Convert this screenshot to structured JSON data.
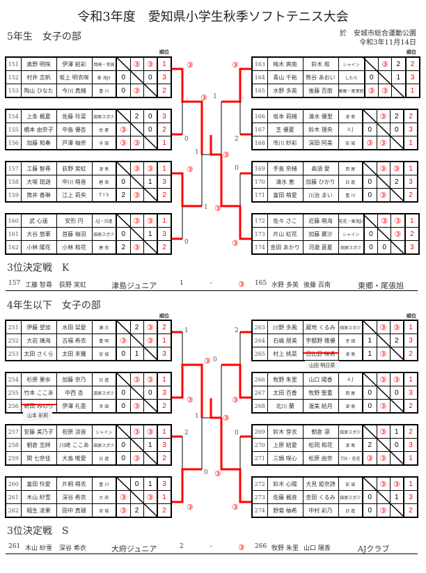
{
  "title": "令和3年度　愛知県小学生秋季ソフトテニス大会",
  "venue": "於　安城市総合運動公園",
  "date": "令和3年11月14日",
  "rank_header": "順位",
  "win_mark": "③",
  "sections": [
    {
      "heading": "5年生　女子の部",
      "left_groups": [
        [
          [
            "151",
            "奥野 明咲",
            "伊澤 結彩",
            "岡崎・幸田",
            "",
            "③",
            "③",
            "1"
          ],
          [
            "152",
            "村井 志帆",
            "坂上 明衣咲",
            "東 海Jr",
            "0",
            "",
            "0",
            "3"
          ],
          [
            "153",
            "陶山 ひなた",
            "今川 真緒",
            "豊 川",
            "0",
            "③",
            "",
            "2"
          ]
        ],
        [
          [
            "154",
            "上条 楓夏",
            "佐藤 玲菜",
            "田原スポ少",
            "",
            "2",
            "0",
            "3"
          ],
          [
            "155",
            "橋本 由奈子",
            "中島 優杏",
            "佐 屋",
            "③",
            "",
            "0",
            "2"
          ],
          [
            "156",
            "加藤 和奏",
            "戸澤 柚奈",
            "半 田",
            "③",
            "③",
            "",
            "1"
          ]
        ],
        [
          [
            "157",
            "工藤 智尋",
            "荻野 実虹",
            "津 島",
            "",
            "③",
            "③",
            "1"
          ],
          [
            "158",
            "大塚 琉迦",
            "中川 萌音",
            "碧 南",
            "0",
            "",
            "1",
            "3"
          ],
          [
            "159",
            "筒井 香琳",
            "江上 莉央",
            "T I S",
            "2",
            "③",
            "",
            "2"
          ]
        ],
        [
          [
            "160",
            "武 心遥",
            "安形 円",
            "AJ・日進",
            "",
            "③",
            "③",
            "1"
          ],
          [
            "161",
            "大谷 悠華",
            "首藤 柚羽",
            "田原スポ少",
            "0",
            "",
            "1",
            "3"
          ],
          [
            "162",
            "小林 陽花",
            "小林 和花",
            "碧 南",
            "2",
            "③",
            "",
            "2"
          ]
        ]
      ],
      "right_groups": [
        [
          [
            "163",
            "梅木 爽南",
            "鈴木 和",
            "シャイン",
            "",
            "③",
            "2",
            "2"
          ],
          [
            "164",
            "青山 千裕",
            "熊谷 あおい",
            "したら",
            "0",
            "",
            "1",
            "3"
          ],
          [
            "165",
            "水野 多英",
            "後藤 百南",
            "東郷・尾張旭",
            "③",
            "③",
            "",
            "1"
          ]
        ],
        [
          [
            "166",
            "坂本 莉緒",
            "清水 優里",
            "津 島",
            "",
            "③",
            "2",
            "2"
          ],
          [
            "167",
            "芝 優夏",
            "鈴木 理央",
            "A J",
            "0",
            "",
            "0",
            "3"
          ],
          [
            "168",
            "市川 紗彩",
            "深田 阿美",
            "安 城",
            "③",
            "③",
            "",
            "1"
          ]
        ],
        [
          [
            "169",
            "手島 奈緒",
            "高須 愛",
            "西 尾",
            "",
            "③",
            "③",
            "1"
          ],
          [
            "170",
            "清水 恵",
            "加藤 ひかり",
            "日 進",
            "0",
            "",
            "2",
            "3"
          ],
          [
            "171",
            "富田 萌愛",
            "川治 まい",
            "豊 川",
            "0",
            "③",
            "",
            "2"
          ]
        ],
        [
          [
            "172",
            "佐々 さこ",
            "近藤 萌海",
            "花花・東海Jr",
            "",
            "③",
            "③",
            "1"
          ],
          [
            "173",
            "片山 虹花",
            "加藤 翼沙",
            "シャイン",
            "0",
            "",
            "③",
            "2"
          ],
          [
            "174",
            "金田 あかり",
            "河邉 蒼夏",
            "田原スポ少",
            "0",
            "0",
            "",
            "3"
          ]
        ]
      ],
      "bracket_labels": [
        "③",
        "0",
        "③",
        "1",
        "1",
        "③",
        "1",
        "③",
        "0",
        "③",
        "2",
        "③",
        "0",
        "③"
      ],
      "third_place": {
        "heading": "3位決定戦　K",
        "left_num": "157",
        "left_p1": "工藤 智尋",
        "left_p2": "荻野 実虹",
        "left_club": "津島ジュニア",
        "left_score": "1",
        "dash": "-",
        "right_score": "③",
        "right_num": "165",
        "right_p1": "水野 多英",
        "right_p2": "後藤 百南",
        "right_club": "東郷・尾張旭"
      }
    },
    {
      "heading": "4年生以下　女子の部",
      "left_groups": [
        [
          [
            "251",
            "伊藤 望加",
            "水田 栞愛",
            "瀬 古",
            "",
            "2",
            "③",
            "2"
          ],
          [
            "252",
            "大岩 璃海",
            "古福 希衣",
            "豊 明",
            "③",
            "",
            "③",
            "1"
          ],
          [
            "253",
            "太田 さくら",
            "太田 末羅",
            "安 城",
            "0",
            "1",
            "",
            "3"
          ]
        ],
        [
          [
            "254",
            "杉原 果歩",
            "加藤 奈乃",
            "日 進",
            "",
            "③",
            "③",
            "1"
          ],
          [
            "255",
            "竹本 ここあ",
            "中西 杏",
            "田原スポ少",
            "0",
            "",
            "0",
            "3"
          ],
          [
            "256",
            "新田 みのり",
            "伊澤 礼亜",
            "幸 田",
            "0",
            "③",
            "",
            "2"
          ]
        ],
        [
          [
            "257",
            "安藤 美乃子",
            "祝原 涼音",
            "シャイン",
            "",
            "③",
            "③",
            "1"
          ],
          [
            "258",
            "朝倉 志絆",
            "川崎 ここあ",
            "田原スポ少",
            "0",
            "",
            "1",
            "3"
          ],
          [
            "259",
            "関 七奈佳",
            "大島 唯愛",
            "日 進",
            "0",
            "③",
            "",
            "2"
          ]
        ],
        [
          [
            "260",
            "富田 怜愛",
            "片桐 萌衣",
            "豊 川",
            "",
            "0",
            "1",
            "3"
          ],
          [
            "261",
            "木山 紗雪",
            "深谷 希衣",
            "大 府",
            "③",
            "",
            "③",
            "1"
          ],
          [
            "262",
            "稲生 凌果",
            "田中 真瑚",
            "安 城",
            "③",
            "2",
            "",
            "2"
          ]
        ]
      ],
      "right_groups": [
        [
          [
            "263",
            "川野 多鳳",
            "蔵地 くるみ",
            "田原スポ少",
            "",
            "③",
            "③",
            "1"
          ],
          [
            "264",
            "石嶋 朋美",
            "宇都野 雅優",
            "幸 田",
            "1",
            "",
            "2",
            "3"
          ],
          [
            "265",
            "村上 桃菜",
            "日比野 咲希",
            "津 島",
            "1",
            "③",
            "",
            "2"
          ]
        ],
        [
          [
            "266",
            "牧野 朱里",
            "山口 陽香",
            "A J",
            "",
            "③",
            "③",
            "1"
          ],
          [
            "267",
            "太田 百香",
            "牧野 聖重",
            "西 尾",
            "0",
            "",
            "0",
            "3"
          ],
          [
            "268",
            "北川 蘭",
            "渥美 結月",
            "津 島",
            "0",
            "③",
            "",
            "2"
          ]
        ],
        [
          [
            "269",
            "鈴木 芽衣",
            "朝倉 凛",
            "田原スポ少",
            "",
            "③",
            "1",
            "2"
          ],
          [
            "270",
            "上原 結愛",
            "松岡 和花",
            "津 島",
            "2",
            "",
            "0",
            "3"
          ],
          [
            "271",
            "三鍋 咲心",
            "松原 由奈",
            "TIS・花花",
            "③",
            "③",
            "",
            "1"
          ]
        ],
        [
          [
            "272",
            "鈴木 心陽",
            "大見 姫奈詩",
            "安 城",
            "",
            "③",
            "③",
            "1"
          ],
          [
            "273",
            "佐藤 楓音",
            "金田 くるみ",
            "田原スポ少",
            "0",
            "",
            "1",
            "3"
          ],
          [
            "274",
            "野菊 柚希",
            "中村 彩乃",
            "日 進",
            "0",
            "③",
            "",
            "2"
          ]
        ]
      ],
      "bracket_labels": [
        "1",
        "③",
        "0",
        "③",
        "1",
        "③",
        "2",
        "0",
        "③",
        "③",
        "2",
        "③",
        "0",
        "③"
      ],
      "substitutes": {
        "left": "山本 彩莉",
        "right": "山田 明日菜"
      },
      "third_place": {
        "heading": "3位決定戦　S",
        "left_num": "261",
        "left_p1": "木山 紗雪",
        "left_p2": "深谷 希衣",
        "left_club": "大府ジュニア",
        "left_score": "2",
        "dash": "-",
        "right_score": "③",
        "right_num": "266",
        "right_p1": "牧野 朱里",
        "right_p2": "山口 陽香",
        "right_club": "AJクラブ"
      }
    }
  ]
}
